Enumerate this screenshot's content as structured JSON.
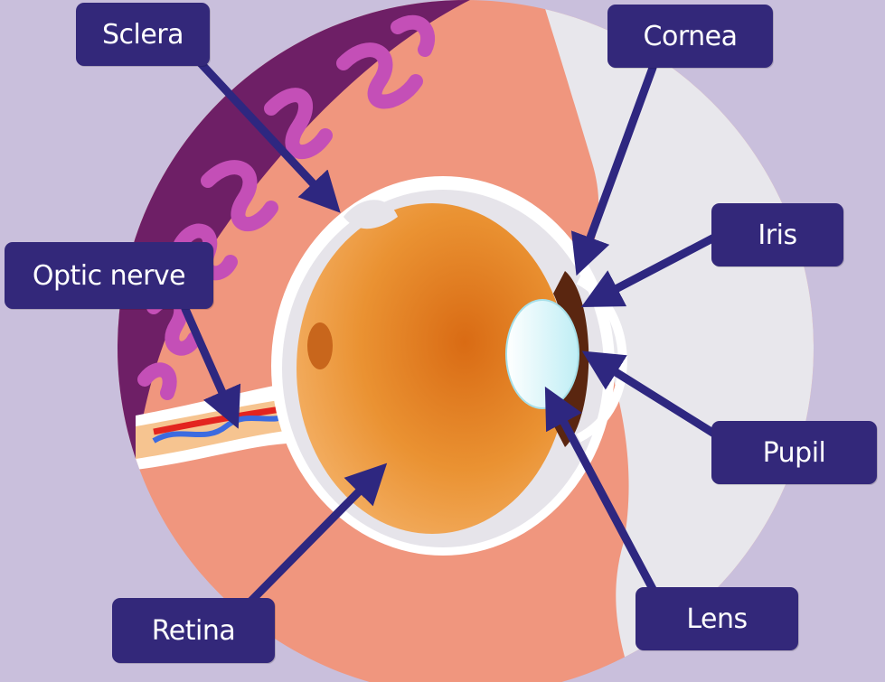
{
  "labels": {
    "sclera": "Sclera",
    "cornea": "Cornea",
    "iris": "Iris",
    "optic_nerve": "Optic nerve",
    "pupil": "Pupil",
    "retina": "Retina",
    "lens": "Lens"
  },
  "colors": {
    "background": "#c9bfdc",
    "label_fill": "#33287a",
    "label_text": "#ffffff",
    "arrow": "#2e2780",
    "skin": "#f0967e",
    "brain_dark": "#6e1f66",
    "brain_pink": "#c44fb7",
    "eyeball": "#ea9232",
    "eyeball_light": "#f4b167",
    "lens": "#d9f6fa",
    "iris": "#5a2610",
    "sclera_white": "#e6e4ea",
    "nerve_red": "#e3241f",
    "nerve_blue": "#3c6be0"
  }
}
